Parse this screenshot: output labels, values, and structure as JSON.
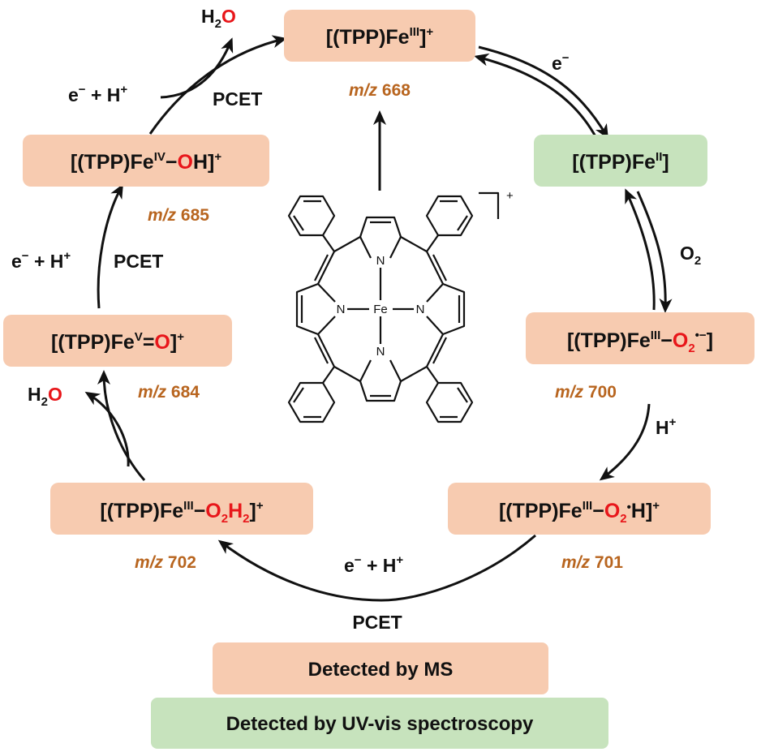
{
  "colors": {
    "ms_box": "#f7cbb0",
    "uv_box": "#c7e3bd",
    "mz_text": "#b8651f",
    "oxygen_red": "#e8161a"
  },
  "species": {
    "fe3": {
      "base": "[(TPP)Fe",
      "sup": "III",
      "tail": "]",
      "tail_sup": "+",
      "mz_label": "m/z",
      "mz": "668",
      "detection": "MS"
    },
    "fe2": {
      "base": "[(TPP)Fe",
      "sup": "II",
      "tail": "]",
      "detection": "UV-vis"
    },
    "o2": {
      "base": "[(TPP)Fe",
      "sup": "III",
      "dash": "−",
      "o": "O",
      "sub": "2",
      "rad": "•−",
      "tail": "]",
      "mz_label": "m/z",
      "mz": "700",
      "detection": "MS"
    },
    "o2h": {
      "base": "[(TPP)Fe",
      "sup": "III",
      "dash": "−",
      "o": "O",
      "sub": "2",
      "dot": "•",
      "h": "H",
      "tail": "]",
      "tail_sup": "+",
      "mz_label": "m/z",
      "mz": "701",
      "detection": "MS"
    },
    "o2h2": {
      "base": "[(TPP)Fe",
      "sup": "III",
      "dash": "−",
      "o": "O",
      "sub": "2",
      "h": "H",
      "hsub": "2",
      "tail": "]",
      "tail_sup": "+",
      "mz_label": "m/z",
      "mz": "702",
      "detection": "MS"
    },
    "fe5o": {
      "base": "[(TPP)Fe",
      "sup": "V",
      "eq": "=",
      "o": "O",
      "tail": "]",
      "tail_sup": "+",
      "mz_label": "m/z",
      "mz": "684",
      "detection": "MS"
    },
    "fe4oh": {
      "base": "[(TPP)Fe",
      "sup": "IV",
      "dash": "−",
      "o": "O",
      "h": "H",
      "tail": "]",
      "tail_sup": "+",
      "mz_label": "m/z",
      "mz": "685",
      "detection": "MS"
    }
  },
  "reagents": {
    "electron": "e",
    "minus": "−",
    "o2": "O",
    "o2_sub": "2",
    "proton": "H",
    "plus": "+",
    "pcet": "PCET",
    "e_plus_h": "e",
    "water_h": "H",
    "water_sub": "2",
    "water_o": "O"
  },
  "porphyrin": {
    "metal": "Fe",
    "nitrogen": "N",
    "charge": "+"
  },
  "legend": {
    "ms": "Detected by MS",
    "uv": "Detected by UV-vis spectroscopy"
  }
}
